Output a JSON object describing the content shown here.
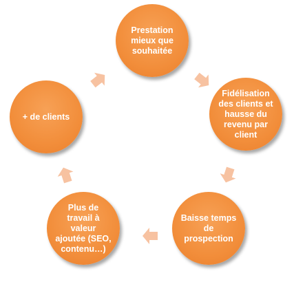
{
  "diagram": {
    "nodes": [
      {
        "id": "top",
        "label": "Prestation\nmieux que\nsouhaitée"
      },
      {
        "id": "right",
        "label": "Fidélisation\ndes clients et\nhausse du\nrevenu par\nclient"
      },
      {
        "id": "bottom-right",
        "label": "Baisse temps\nde\nprospection"
      },
      {
        "id": "bottom-left",
        "label": "Plus de\ntravail à\nvaleur\najoutée (SEO,\ncontenu…)"
      },
      {
        "id": "left",
        "label": "+ de clients"
      }
    ],
    "colors": {
      "node_fill": "#f28e3b",
      "arrow_fill": "#f7c2a1",
      "text": "#ffffff"
    },
    "arrow_icon": "chevron-arrow-icon"
  }
}
